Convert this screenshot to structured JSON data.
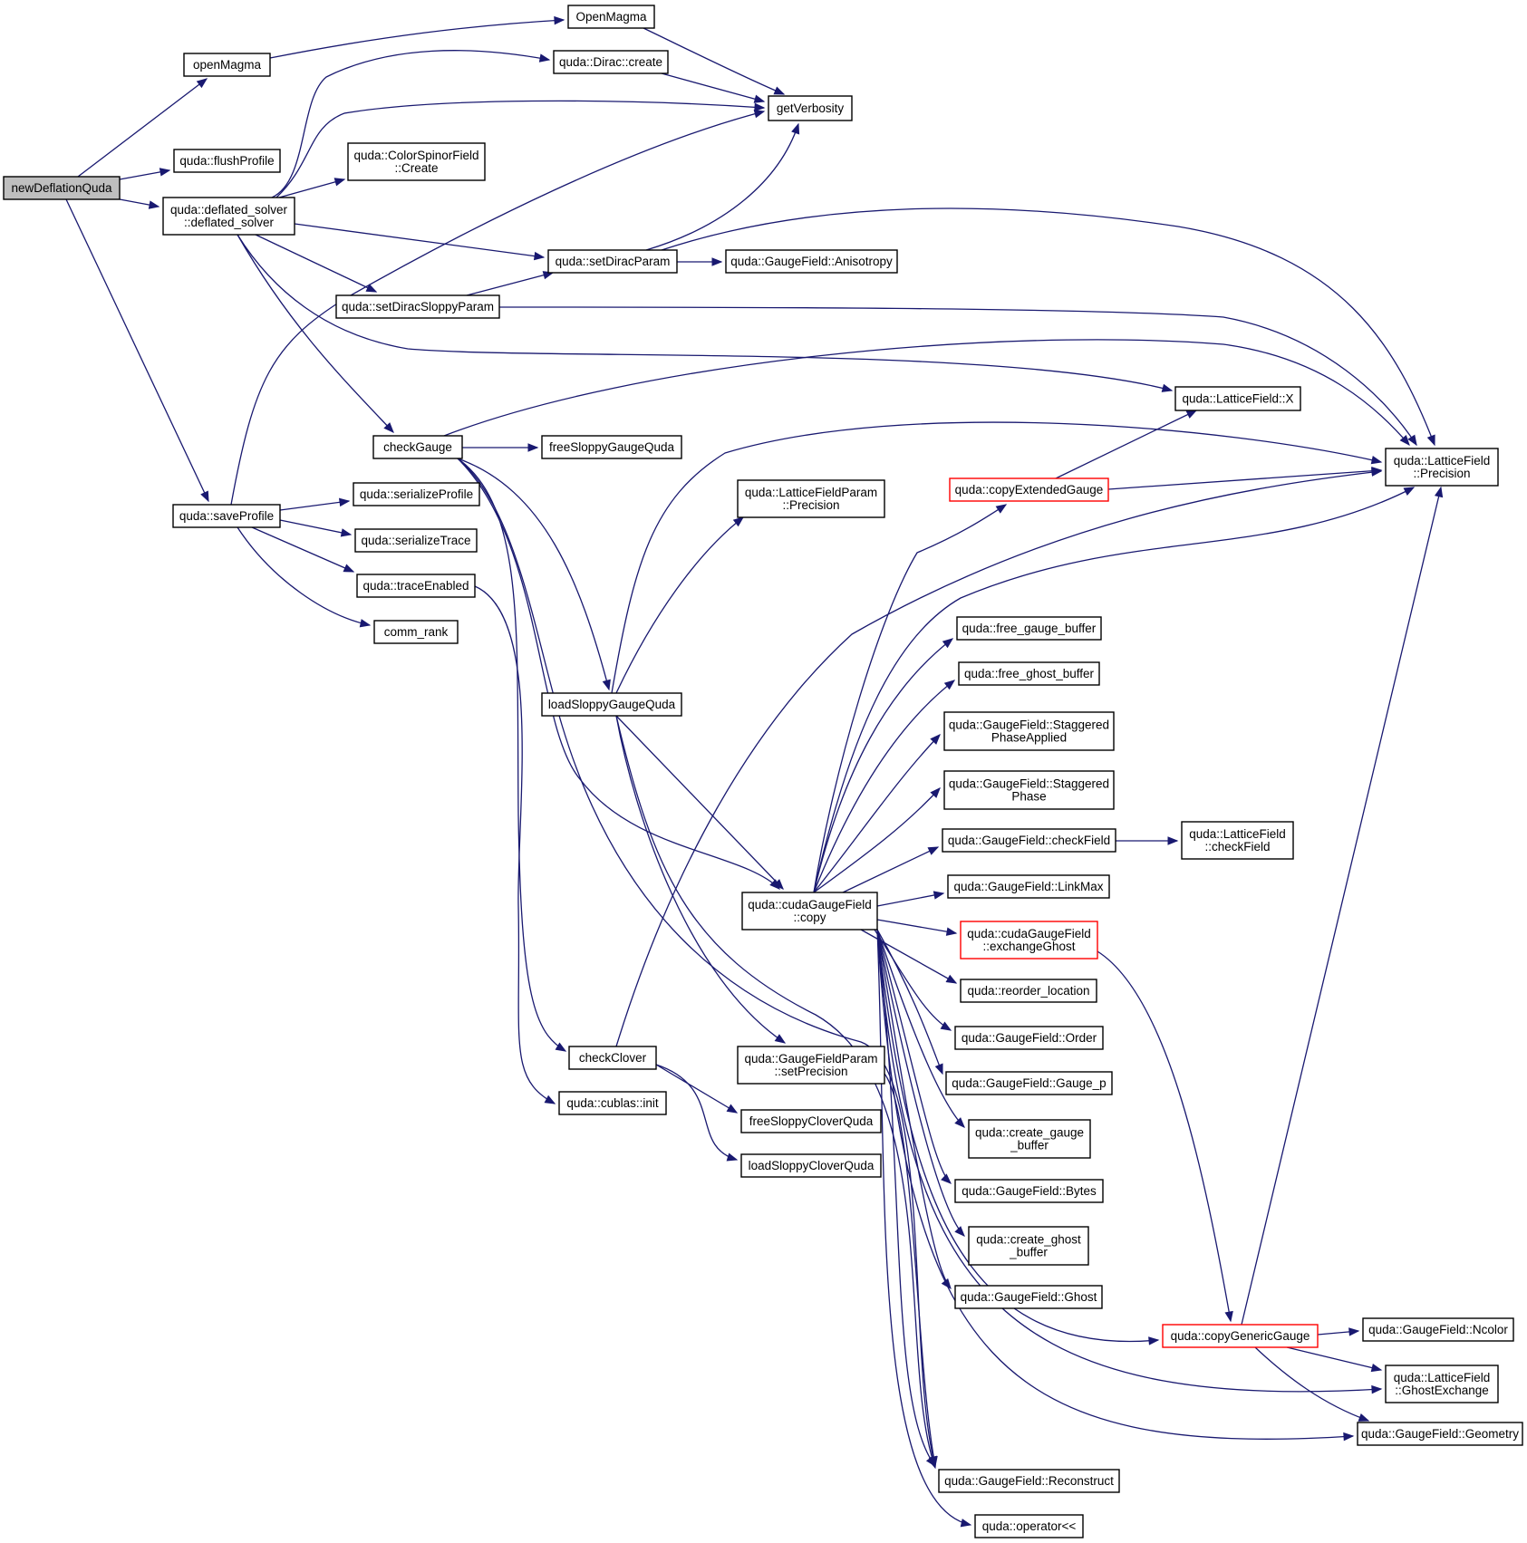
{
  "nodes": {
    "n_root": {
      "lines": [
        "newDeflationQuda"
      ]
    },
    "n_openMagma": {
      "lines": [
        "openMagma"
      ]
    },
    "n_OpenMagma": {
      "lines": [
        "OpenMagma"
      ]
    },
    "n_flushProfile": {
      "lines": [
        "quda::flushProfile"
      ]
    },
    "n_deflated": {
      "lines": [
        "quda::deflated_solver",
        "::deflated_solver"
      ]
    },
    "n_diracCreate": {
      "lines": [
        "quda::Dirac::create"
      ]
    },
    "n_getVerbosity": {
      "lines": [
        "getVerbosity"
      ]
    },
    "n_csfCreate": {
      "lines": [
        "quda::ColorSpinorField",
        "::Create"
      ]
    },
    "n_setDiracParam": {
      "lines": [
        "quda::setDiracParam"
      ]
    },
    "n_anisotropy": {
      "lines": [
        "quda::GaugeField::Anisotropy"
      ]
    },
    "n_setDiracSloppy": {
      "lines": [
        "quda::setDiracSloppyParam"
      ]
    },
    "n_lfX": {
      "lines": [
        "quda::LatticeField::X"
      ]
    },
    "n_checkGauge": {
      "lines": [
        "checkGauge"
      ]
    },
    "n_freeSloppyGauge": {
      "lines": [
        "freeSloppyGaugeQuda"
      ]
    },
    "n_lfPrecision": {
      "lines": [
        "quda::LatticeField",
        "::Precision"
      ]
    },
    "n_copyExtended": {
      "lines": [
        "quda::copyExtendedGauge"
      ]
    },
    "n_lfpPrecision": {
      "lines": [
        "quda::LatticeFieldParam",
        "::Precision"
      ]
    },
    "n_saveProfile": {
      "lines": [
        "quda::saveProfile"
      ]
    },
    "n_serializeProfile": {
      "lines": [
        "quda::serializeProfile"
      ]
    },
    "n_serializeTrace": {
      "lines": [
        "quda::serializeTrace"
      ]
    },
    "n_traceEnabled": {
      "lines": [
        "quda::traceEnabled"
      ]
    },
    "n_commRank": {
      "lines": [
        "comm_rank"
      ]
    },
    "n_freeGaugeBuffer": {
      "lines": [
        "quda::free_gauge_buffer"
      ]
    },
    "n_freeGhostBuffer": {
      "lines": [
        "quda::free_ghost_buffer"
      ]
    },
    "n_loadSloppyGauge": {
      "lines": [
        "loadSloppyGaugeQuda"
      ]
    },
    "n_stagPhaseApplied": {
      "lines": [
        "quda::GaugeField::Staggered",
        "PhaseApplied"
      ]
    },
    "n_stagPhase": {
      "lines": [
        "quda::GaugeField::Staggered",
        "Phase"
      ]
    },
    "n_gfCheckField": {
      "lines": [
        "quda::GaugeField::checkField"
      ]
    },
    "n_lfCheckField": {
      "lines": [
        "quda::LatticeField",
        "::checkField"
      ]
    },
    "n_cudaCopy": {
      "lines": [
        "quda::cudaGaugeField",
        "::copy"
      ]
    },
    "n_linkMax": {
      "lines": [
        "quda::GaugeField::LinkMax"
      ]
    },
    "n_exchangeGhost": {
      "lines": [
        "quda::cudaGaugeField",
        "::exchangeGhost"
      ]
    },
    "n_reorderLocation": {
      "lines": [
        "quda::reorder_location"
      ]
    },
    "n_order": {
      "lines": [
        "quda::GaugeField::Order"
      ]
    },
    "n_checkClover": {
      "lines": [
        "checkClover"
      ]
    },
    "n_gfpSetPrecision": {
      "lines": [
        "quda::GaugeFieldParam",
        "::setPrecision"
      ]
    },
    "n_gaugeP": {
      "lines": [
        "quda::GaugeField::Gauge_p"
      ]
    },
    "n_cublasInit": {
      "lines": [
        "quda::cublas::init"
      ]
    },
    "n_freeSloppyClover": {
      "lines": [
        "freeSloppyCloverQuda"
      ]
    },
    "n_createGaugeBuffer": {
      "lines": [
        "quda::create_gauge",
        "_buffer"
      ]
    },
    "n_loadSloppyClover": {
      "lines": [
        "loadSloppyCloverQuda"
      ]
    },
    "n_bytes": {
      "lines": [
        "quda::GaugeField::Bytes"
      ]
    },
    "n_createGhostBuffer": {
      "lines": [
        "quda::create_ghost",
        "_buffer"
      ]
    },
    "n_ghost": {
      "lines": [
        "quda::GaugeField::Ghost"
      ]
    },
    "n_copyGeneric": {
      "lines": [
        "quda::copyGenericGauge"
      ]
    },
    "n_ncolor": {
      "lines": [
        "quda::GaugeField::Ncolor"
      ]
    },
    "n_ghostExchange": {
      "lines": [
        "quda::LatticeField",
        "::GhostExchange"
      ]
    },
    "n_geometry": {
      "lines": [
        "quda::GaugeField::Geometry"
      ]
    },
    "n_reconstruct": {
      "lines": [
        "quda::GaugeField::Reconstruct"
      ]
    },
    "n_operator": {
      "lines": [
        "quda::operator<<"
      ]
    }
  },
  "colors": {
    "edge": "#191970",
    "root_fill": "#bfbfbf",
    "truncated_border": "#ff0000"
  }
}
